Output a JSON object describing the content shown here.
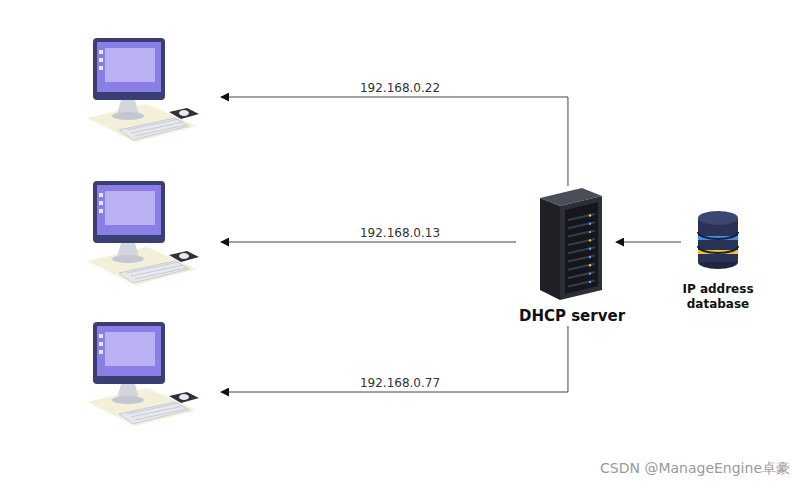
{
  "diagram": {
    "nodes": [
      {
        "text": []
      },
      {
        "text": []
      },
      {
        "text": []
      },
      {
        "text": [
          "DHCP server"
        ]
      },
      {
        "text": [
          "IP address database"
        ]
      }
    ],
    "edges": [
      {
        "from": 3,
        "to": 0,
        "label": "192.168.0.22",
        "arrow": "to"
      },
      {
        "from": 3,
        "to": 1,
        "label": "192.168.0.13",
        "arrow": "to"
      },
      {
        "from": 3,
        "to": 2,
        "label": "192.168.0.77",
        "arrow": "to"
      },
      {
        "from": 4,
        "to": 3,
        "arrow": "to"
      }
    ],
    "labels": [
      "CSDN @ManageEngine卓豪"
    ]
  }
}
